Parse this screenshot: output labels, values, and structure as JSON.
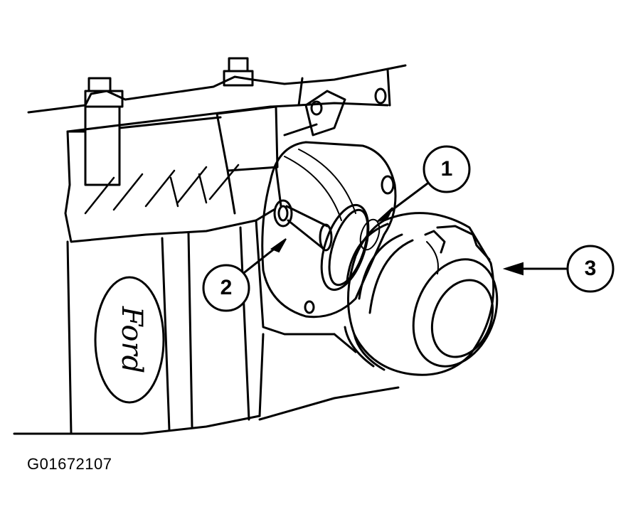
{
  "figure_id": "G01672107",
  "logo_text": "Ford",
  "callouts": [
    {
      "label": "1"
    },
    {
      "label": "2"
    },
    {
      "label": "3"
    }
  ],
  "colors": {
    "ink": "#000000",
    "paper": "#ffffff"
  }
}
